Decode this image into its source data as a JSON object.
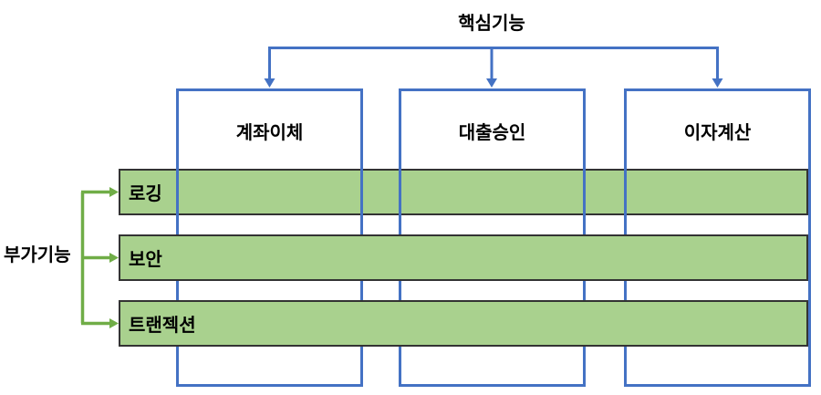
{
  "diagram": {
    "top_group_label": "핵심기능",
    "left_group_label": "부가기능",
    "core_modules": [
      {
        "label": "계좌이체"
      },
      {
        "label": "대출승인"
      },
      {
        "label": "이자계산"
      }
    ],
    "aspects": [
      {
        "label": "로깅"
      },
      {
        "label": "보안"
      },
      {
        "label": "트랜젝션"
      }
    ]
  },
  "colors": {
    "blue": "#4472C4",
    "green_arrow": "#70AD47",
    "bar_fill": "#A9D18E",
    "bar_border": "#333333"
  }
}
